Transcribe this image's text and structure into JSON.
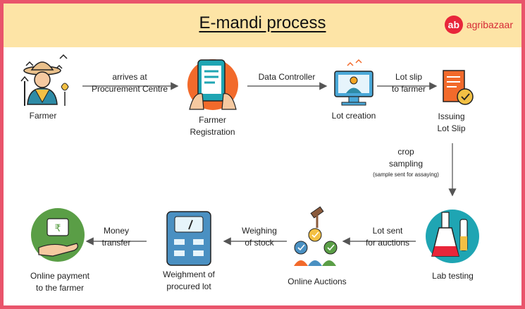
{
  "header": {
    "title": "E-mandi process",
    "brand_name": "agribazaar",
    "brand_mark": "ab",
    "background": "#fde4a6"
  },
  "colors": {
    "frame": "#e9546b",
    "teal": "#1fa5b3",
    "orange": "#f26a2b",
    "green": "#5a9e46",
    "blue": "#4a90c2"
  },
  "nodes": {
    "farmer": {
      "label": "Farmer",
      "icon": "farmer-icon"
    },
    "registration": {
      "label_line1": "Farmer",
      "label_line2": "Registration",
      "icon": "tablet-registration-icon"
    },
    "lot_creation": {
      "label": "Lot creation",
      "icon": "computer-user-icon"
    },
    "lot_slip": {
      "label_line1": "Issuing",
      "label_line2": "Lot Slip",
      "icon": "document-check-icon"
    },
    "lab_testing": {
      "label": "Lab testing",
      "icon": "flask-icon"
    },
    "auctions": {
      "label": "Online Auctions",
      "icon": "gavel-bidders-icon"
    },
    "weighment": {
      "label_line1": "Weighment of",
      "label_line2": "procured lot",
      "icon": "weighing-scale-icon"
    },
    "payment": {
      "label_line1": "Online payment",
      "label_line2": "to the farmer",
      "icon": "rupee-hand-icon"
    }
  },
  "edges": {
    "arrives": {
      "line1": "arrives at",
      "line2": "Procurement Centre"
    },
    "data_controller": {
      "line1": "Data Controller"
    },
    "lot_slip": {
      "line1": "Lot slip",
      "line2": "to farmer"
    },
    "crop_sampling": {
      "line1": "crop",
      "line2": "sampling",
      "note": "(sample sent for assaying)"
    },
    "lot_sent": {
      "line1": "Lot sent",
      "line2": "for auctions"
    },
    "weighing": {
      "line1": "Weighing",
      "line2": "of stock"
    },
    "money": {
      "line1": "Money",
      "line2": "transfer"
    }
  }
}
